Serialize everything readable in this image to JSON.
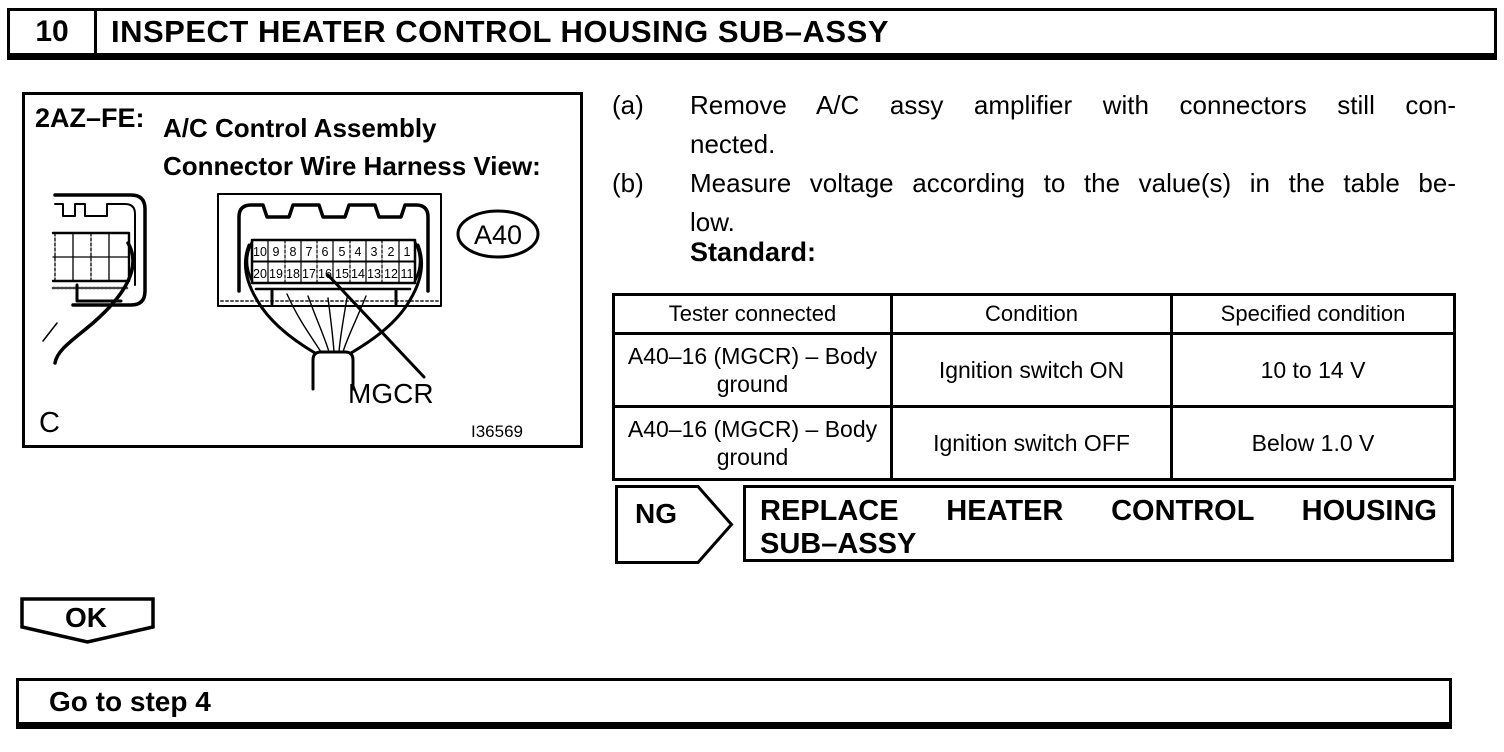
{
  "header": {
    "step_number": "10",
    "title": "INSPECT HEATER CONTROL HOUSING SUB–ASSY"
  },
  "figure": {
    "engine_label": "2AZ–FE:",
    "title_line1": "A/C Control Assembly",
    "title_line2": "Connector Wire Harness View:",
    "connector_id": "A40",
    "pin_label": "MGCR",
    "corner_label": "C",
    "figure_code": "I36569",
    "pins_top": [
      "10",
      "9",
      "8",
      "7",
      "6",
      "5",
      "4",
      "3",
      "2",
      "1"
    ],
    "pins_bottom": [
      "20",
      "19",
      "18",
      "17",
      "16",
      "15",
      "14",
      "13",
      "12",
      "11"
    ]
  },
  "steps": [
    {
      "marker": "(a)",
      "line1": "Remove A/C assy amplifier with connectors still con-",
      "line2": "nected."
    },
    {
      "marker": "(b)",
      "line1": "Measure voltage according to the value(s) in the table be-",
      "line2": "low."
    }
  ],
  "standard_label": "Standard:",
  "table": {
    "headers": [
      "Tester connected",
      "Condition",
      "Specified condition"
    ],
    "rows": [
      [
        "A40–16 (MGCR) – Body ground",
        "Ignition switch ON",
        "10 to 14 V"
      ],
      [
        "A40–16 (MGCR) – Body ground",
        "Ignition switch OFF",
        "Below 1.0 V"
      ]
    ]
  },
  "ng": {
    "label": "NG",
    "action_line1": "REPLACE HEATER CONTROL HOUSING",
    "action_line2": "SUB–ASSY"
  },
  "ok": {
    "label": "OK"
  },
  "goto_step": {
    "text": "Go to step 4"
  }
}
